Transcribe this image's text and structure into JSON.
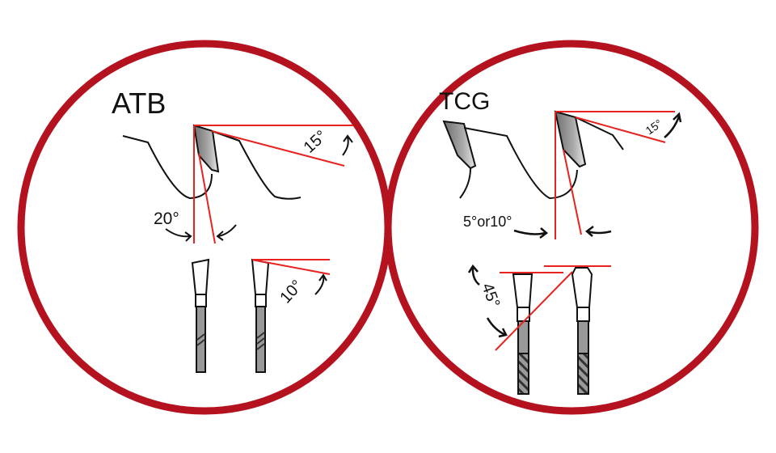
{
  "colors": {
    "ring": "#b5121f",
    "guide": "#e8231f",
    "ink": "#111111",
    "carbide": "#8a8a8a"
  },
  "panels": [
    {
      "title": "ATB",
      "angles": {
        "top_bevel": "15°",
        "hook": "20°",
        "side_bevel": "10°"
      }
    },
    {
      "title": "TCG",
      "angles": {
        "top_bevel": "15°",
        "hook": "5°or10°",
        "chamfer": "45°"
      }
    }
  ]
}
